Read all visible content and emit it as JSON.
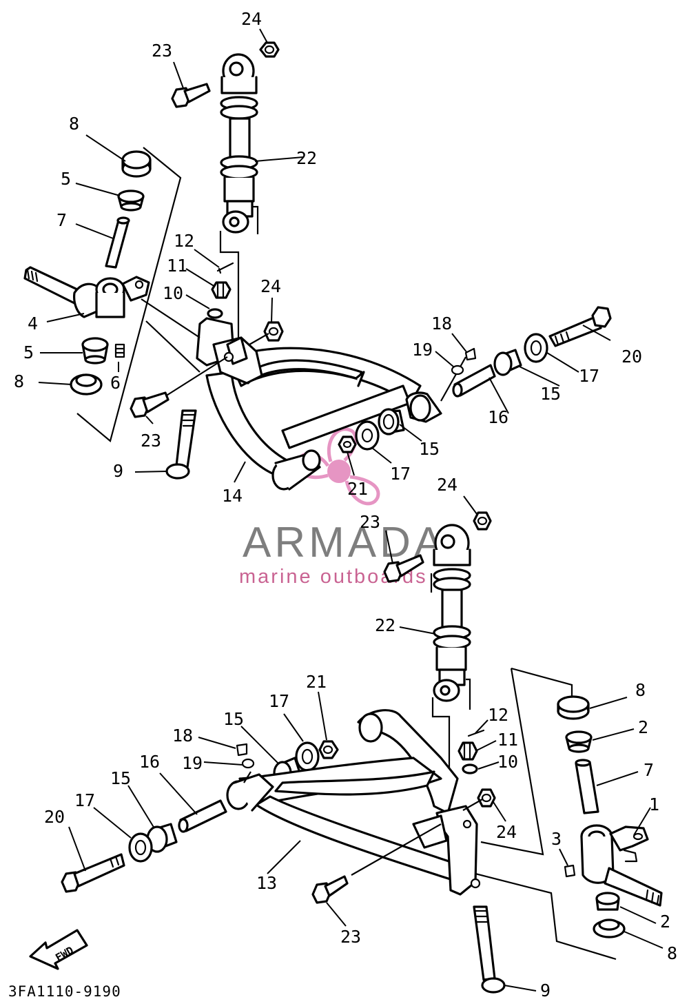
{
  "watermark": {
    "brand": "ARMADA",
    "tagline": "marine outboards",
    "accent_color": "#e695c3",
    "text_color": "#6d6d6d"
  },
  "diagram_code": "3FA1110-9190",
  "fwd_label": "FWD",
  "callouts": {
    "top": [
      "24",
      "23",
      "8",
      "22",
      "5",
      "7",
      "12",
      "11",
      "24",
      "10",
      "4",
      "18",
      "5",
      "19",
      "20",
      "6",
      "17",
      "8",
      "15",
      "16",
      "23",
      "15",
      "9",
      "17",
      "21",
      "14"
    ],
    "bottom": [
      "24",
      "23",
      "22",
      "21",
      "17",
      "8",
      "15",
      "12",
      "2",
      "18",
      "11",
      "19",
      "10",
      "7",
      "16",
      "15",
      "17",
      "1",
      "24",
      "20",
      "3",
      "13",
      "2",
      "23",
      "8",
      "9"
    ]
  }
}
